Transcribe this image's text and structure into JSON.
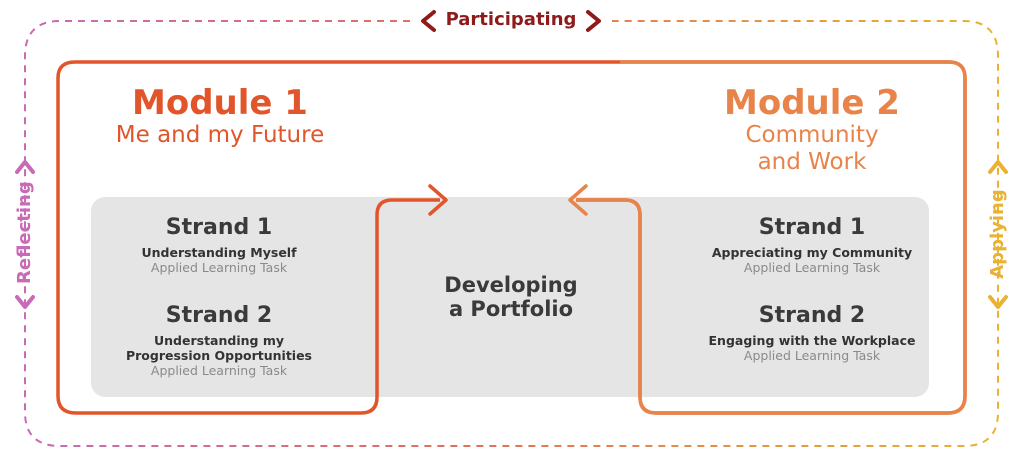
{
  "frame": {
    "top_label": "Participating",
    "left_label": "Reflecting",
    "right_label": "Applying",
    "colors": {
      "participating": "#8e1b1b",
      "reflecting": "#c86ab5",
      "applying": "#e9b233"
    }
  },
  "module1": {
    "title": "Module 1",
    "subtitle": "Me and my Future",
    "color": "#e2552a"
  },
  "module2": {
    "title": "Module 2",
    "subtitle_line1": "Community",
    "subtitle_line2": "and Work",
    "color": "#e8834a"
  },
  "left_strands": [
    {
      "title": "Strand 1",
      "name_lines": [
        "Understanding Myself"
      ],
      "task": "Applied Learning Task"
    },
    {
      "title": "Strand 2",
      "name_lines": [
        "Understanding my",
        "Progression Opportunities"
      ],
      "task": "Applied Learning Task"
    }
  ],
  "right_strands": [
    {
      "title": "Strand 1",
      "name_lines": [
        "Appreciating my Community"
      ],
      "task": "Applied Learning Task"
    },
    {
      "title": "Strand 2",
      "name_lines": [
        "Engaging with the Workplace"
      ],
      "task": "Applied Learning Task"
    }
  ],
  "center": {
    "line1": "Developing",
    "line2": "a Portfolio"
  }
}
